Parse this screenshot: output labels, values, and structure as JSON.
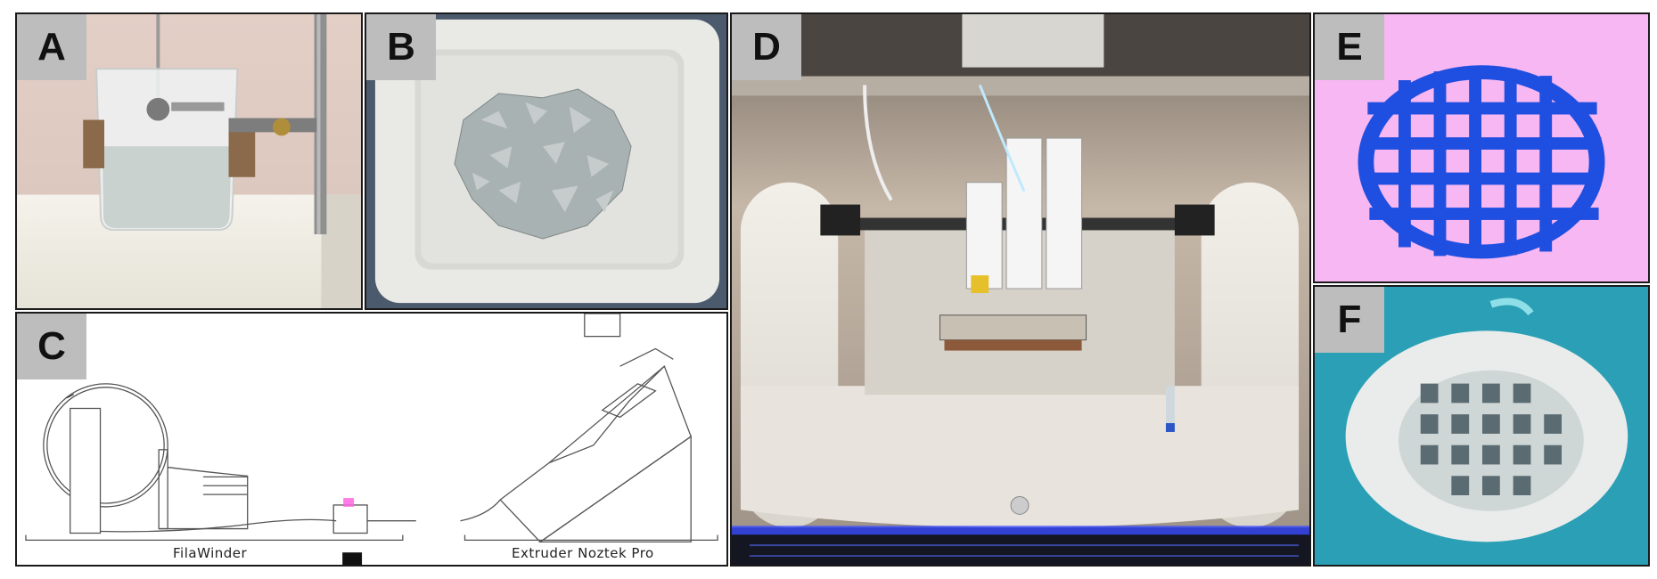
{
  "figure": {
    "panels": [
      {
        "label": "A",
        "content": "glass beaker with white suspension clamped on a stand"
      },
      {
        "label": "B",
        "content": "white tray holding shredded grey flakes"
      },
      {
        "label": "C",
        "content": "schematic of filament winder and extruder"
      },
      {
        "label": "D",
        "content": "multi-syringe 3D bioprinter inside a cabinet"
      },
      {
        "label": "E",
        "content": "blue oval lattice on pink background"
      },
      {
        "label": "F",
        "content": "printed white oval lattice on blue background"
      }
    ]
  },
  "panel_labels": {
    "a": "A",
    "b": "B",
    "c": "C",
    "d": "D",
    "e": "E",
    "f": "F"
  },
  "diagram": {
    "left_caption": "FilaWinder",
    "right_caption": "Extruder Noztek Pro"
  },
  "colors": {
    "lattice_blue": "#1f4fe0",
    "pink_bg": "#f7b7f2",
    "turquoise_bg": "#2a9fb5",
    "led_blue": "#3a4cff"
  }
}
